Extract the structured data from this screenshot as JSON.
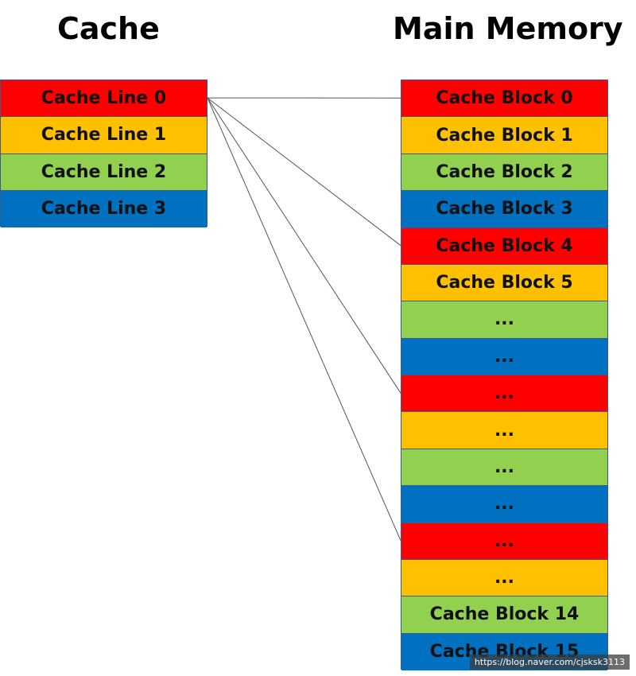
{
  "cache": {
    "title": "Cache",
    "lines": [
      {
        "label": "Cache Line 0",
        "color": "#ff0000"
      },
      {
        "label": "Cache Line 1",
        "color": "#ffc000"
      },
      {
        "label": "Cache Line 2",
        "color": "#92d050"
      },
      {
        "label": "Cache Line 3",
        "color": "#0070c0"
      }
    ]
  },
  "memory": {
    "title": "Main Memory",
    "blocks": [
      {
        "label": "Cache Block 0",
        "color": "#ff0000"
      },
      {
        "label": "Cache Block 1",
        "color": "#ffc000"
      },
      {
        "label": "Cache Block 2",
        "color": "#92d050"
      },
      {
        "label": "Cache Block 3",
        "color": "#0070c0"
      },
      {
        "label": "Cache Block 4",
        "color": "#ff0000"
      },
      {
        "label": "Cache Block 5",
        "color": "#ffc000"
      },
      {
        "label": "...",
        "color": "#92d050"
      },
      {
        "label": "...",
        "color": "#0070c0"
      },
      {
        "label": "...",
        "color": "#ff0000"
      },
      {
        "label": "...",
        "color": "#ffc000"
      },
      {
        "label": "...",
        "color": "#92d050"
      },
      {
        "label": "...",
        "color": "#0070c0"
      },
      {
        "label": "...",
        "color": "#ff0000"
      },
      {
        "label": "...",
        "color": "#ffc000"
      },
      {
        "label": "Cache Block 14",
        "color": "#92d050"
      },
      {
        "label": "Cache Block 15",
        "color": "#0070c0"
      }
    ]
  },
  "mappings": [
    {
      "from_line": 0,
      "to_block": 0
    },
    {
      "from_line": 0,
      "to_block": 4
    },
    {
      "from_line": 0,
      "to_block": 8
    },
    {
      "from_line": 0,
      "to_block": 12
    }
  ],
  "watermark": "https://blog.naver.com/cjsksk3113"
}
